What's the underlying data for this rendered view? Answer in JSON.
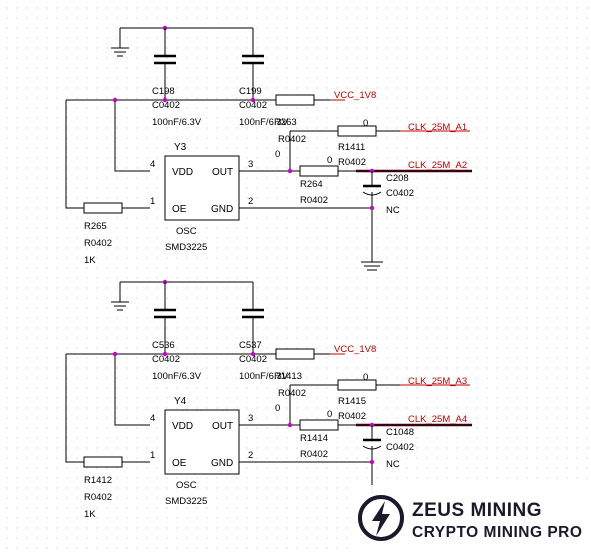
{
  "circuits": [
    {
      "osc": {
        "ref": "Y3",
        "type": "OSC",
        "package": "SMD3225",
        "pins": {
          "vdd": "VDD",
          "oe": "OE",
          "out": "OUT",
          "gnd": "GND"
        },
        "pin_numbers": {
          "vdd": "4",
          "oe": "1",
          "out": "3",
          "gnd": "2"
        }
      },
      "cap_a": {
        "ref": "C198",
        "pkg": "C0402",
        "value": "100nF/6.3V"
      },
      "cap_b": {
        "ref": "C199",
        "pkg": "C0402",
        "value": "100nF/6.3V"
      },
      "r_vcc": {
        "ref": "R263",
        "pkg": "R0402",
        "value": "0"
      },
      "r_out1": {
        "ref": "R1411",
        "pkg": "R0402",
        "value": "0"
      },
      "r_out2": {
        "ref": "R264",
        "pkg": "R0402",
        "value": "0"
      },
      "r_oe": {
        "ref": "R265",
        "pkg": "R0402",
        "value": "1K"
      },
      "cap_nc": {
        "ref": "C208",
        "pkg": "C0402",
        "value": "NC"
      },
      "net_vcc": "VCC_1V8",
      "net_clk1": "CLK_25M_A1",
      "net_clk2": "CLK_25M_A2"
    },
    {
      "osc": {
        "ref": "Y4",
        "type": "OSC",
        "package": "SMD3225",
        "pins": {
          "vdd": "VDD",
          "oe": "OE",
          "out": "OUT",
          "gnd": "GND"
        },
        "pin_numbers": {
          "vdd": "4",
          "oe": "1",
          "out": "3",
          "gnd": "2"
        }
      },
      "cap_a": {
        "ref": "C536",
        "pkg": "C0402",
        "value": "100nF/6.3V"
      },
      "cap_b": {
        "ref": "C537",
        "pkg": "C0402",
        "value": "100nF/6.3V"
      },
      "r_vcc": {
        "ref": "R1413",
        "pkg": "R0402",
        "value": "0"
      },
      "r_out1": {
        "ref": "R1415",
        "pkg": "R0402",
        "value": "0"
      },
      "r_out2": {
        "ref": "R1414",
        "pkg": "R0402",
        "value": "0"
      },
      "r_oe": {
        "ref": "R1412",
        "pkg": "R0402",
        "value": "1K"
      },
      "cap_nc": {
        "ref": "C1048",
        "pkg": "C0402",
        "value": "NC"
      },
      "net_vcc": "VCC_1V8",
      "net_clk1": "CLK_25M_A3",
      "net_clk2": "CLK_25M_A4"
    }
  ],
  "watermark": {
    "line1": "ZEUS MINING",
    "line2": "CRYPTO MINING PRO",
    "icon": "lightning-bolt-icon",
    "color": "#1a1a2a"
  },
  "colors": {
    "wire": "#000000",
    "net_wire": "#c00000",
    "junction": "#cc00cc",
    "bus": "#3a0010"
  }
}
